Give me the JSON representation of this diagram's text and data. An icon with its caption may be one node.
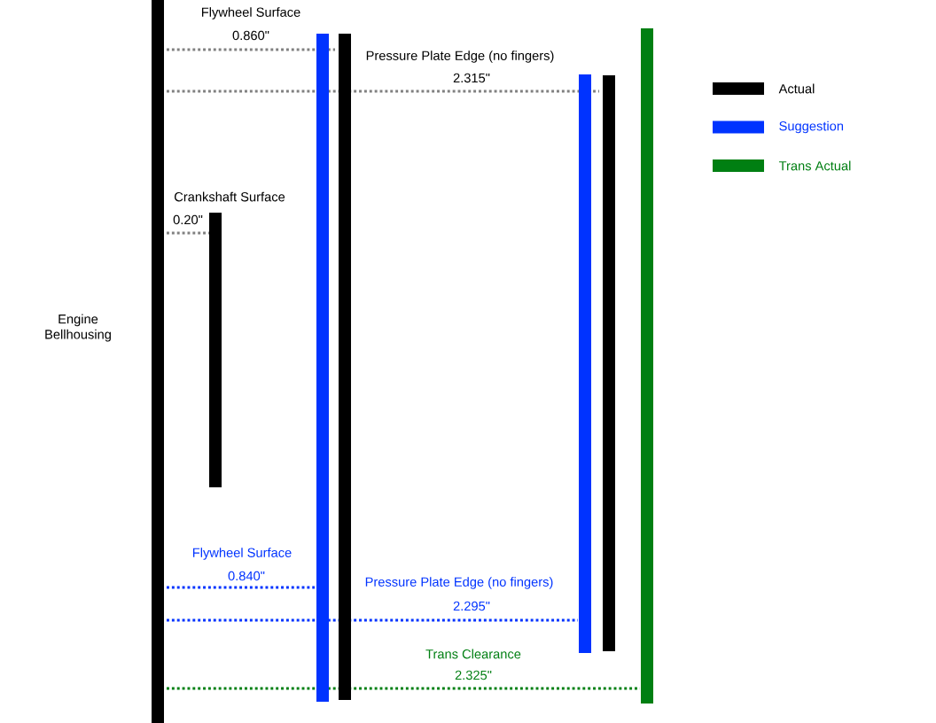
{
  "diagram": {
    "nodes": [
      {
        "text": [],
        "shape": "bar",
        "beside": [
          "Engine Bellhousing"
        ]
      },
      {
        "text": [],
        "shape": "bar"
      },
      {
        "text": [],
        "shape": "bar"
      },
      {
        "text": [],
        "shape": "bar"
      },
      {
        "text": [],
        "shape": "bar"
      },
      {
        "text": [],
        "shape": "bar"
      },
      {
        "text": [],
        "shape": "bar"
      }
    ],
    "labels": [
      "Flywheel Surface",
      "0.860\"",
      "Pressure Plate Edge (no fingers)",
      "2.315\"",
      "Crankshaft Surface",
      "0.20\"",
      "Flywheel Surface",
      "0.840\"",
      "Pressure Plate Edge (no fingers)",
      "2.295\"",
      "Trans Clearance",
      "2.325\""
    ],
    "legend": [
      {
        "text": "Actual",
        "color": "#000000"
      },
      {
        "text": "Suggestion",
        "color": "#0033ff"
      },
      {
        "text": "Trans Actual",
        "color": "#007f12"
      }
    ]
  }
}
